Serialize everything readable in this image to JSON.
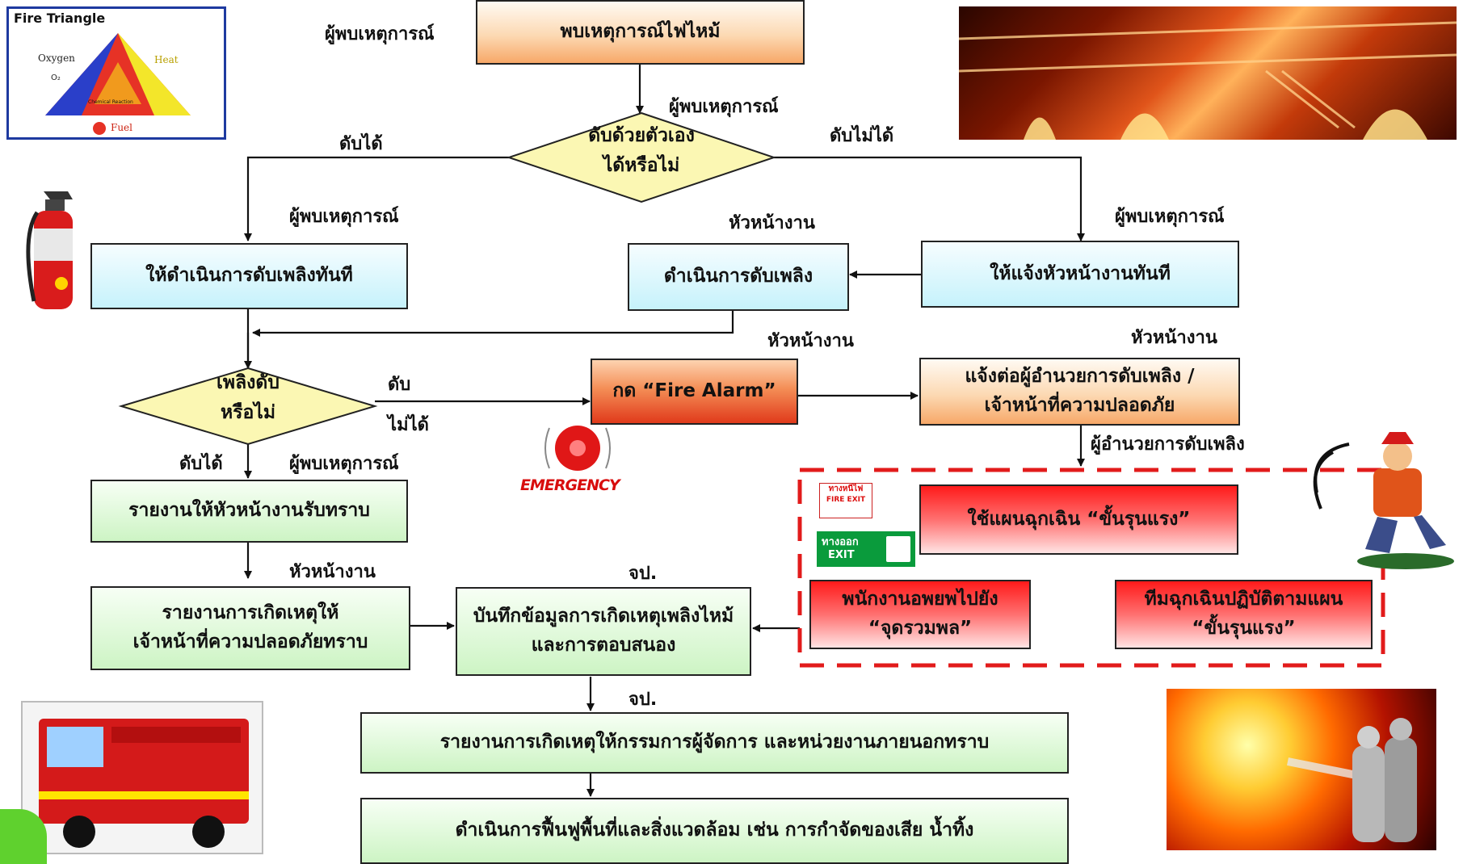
{
  "boxes": {
    "found_fire": "พบเหตุการณ์ไฟไหม้",
    "extinguish_now": "ให้ดำเนินการดับเพลิงทันที",
    "supervisor_extinguish": "ดำเนินการดับเพลิง",
    "notify_supervisor": "ให้แจ้งหัวหน้างานทันที",
    "fire_alarm": "กด “Fire Alarm”",
    "notify_director_l1": "แจ้งต่อผู้อำนวยการดับเพลิง /",
    "notify_director_l2": "เจ้าหน้าที่ความปลอดภัย",
    "report_supervisor": "รายงานให้หัวหน้างานรับทราบ",
    "report_safety_l1": "รายงานการเกิดเหตุให้",
    "report_safety_l2": "เจ้าหน้าที่ความปลอดภัยทราบ",
    "record_l1": "บันทึกข้อมูลการเกิดเหตุเพลิงไหม้",
    "record_l2": "และการตอบสนอง",
    "emergency_plan": "ใช้แผนฉุกเฉิน “ขั้นรุนแรง”",
    "evacuate_l1": "พนักงานอพยพไปยัง",
    "evacuate_l2": "“จุดรวมพล”",
    "team_l1": "ทีมฉุกเฉินปฏิบัติตามแผน",
    "team_l2": "“ขั้นรุนแรง”",
    "report_md": "รายงานการเกิดเหตุให้กรรมการผู้จัดการ และหน่วยงานภายนอกทราบ",
    "restore": "ดำเนินการฟื้นฟูพื้นที่และสิ่งแวดล้อม เช่น การกำจัดของเสีย น้ำทิ้ง"
  },
  "decisions": {
    "self_extinguish_l1": "ดับด้วยตัวเอง",
    "self_extinguish_l2": "ได้หรือไม่",
    "fire_out_l1": "เพลิงดับ",
    "fire_out_l2": "หรือไม่"
  },
  "labels": {
    "finder_top": "ผู้พบเหตุการณ์",
    "finder_decision": "ผู้พบเหตุการณ์",
    "can": "ดับได้",
    "cannot": "ดับไม่ได้",
    "finder_left": "ผู้พบเหตุการณ์",
    "supervisor_mid": "หัวหน้างาน",
    "finder_right": "ผู้พบเหตุการณ์",
    "supervisor_alarm": "หัวหน้างาน",
    "supervisor_notify": "หัวหน้างาน",
    "out_can": "ดับได้",
    "finder_report": "ผู้พบเหตุการณ์",
    "out_dap": "ดับ",
    "out_not": "ไม่ได้",
    "director": "ผู้อำนวยการดับเพลิง",
    "supervisor_report2": "หัวหน้างาน",
    "jp1": "จป.",
    "jp2": "จป."
  },
  "images": {
    "triangle_title": "Fire Triangle",
    "triangle_oxygen": "Oxygen",
    "triangle_o2": "O₂",
    "triangle_heat": "Heat",
    "triangle_fuel": "Fuel",
    "triangle_chem": "Chemical Reaction",
    "emergency": "EMERGENCY",
    "fire_exit_th": "ทางหนีไฟ",
    "fire_exit_en": "FIRE EXIT",
    "exit_th": "ทางออก",
    "exit_en": "EXIT"
  }
}
